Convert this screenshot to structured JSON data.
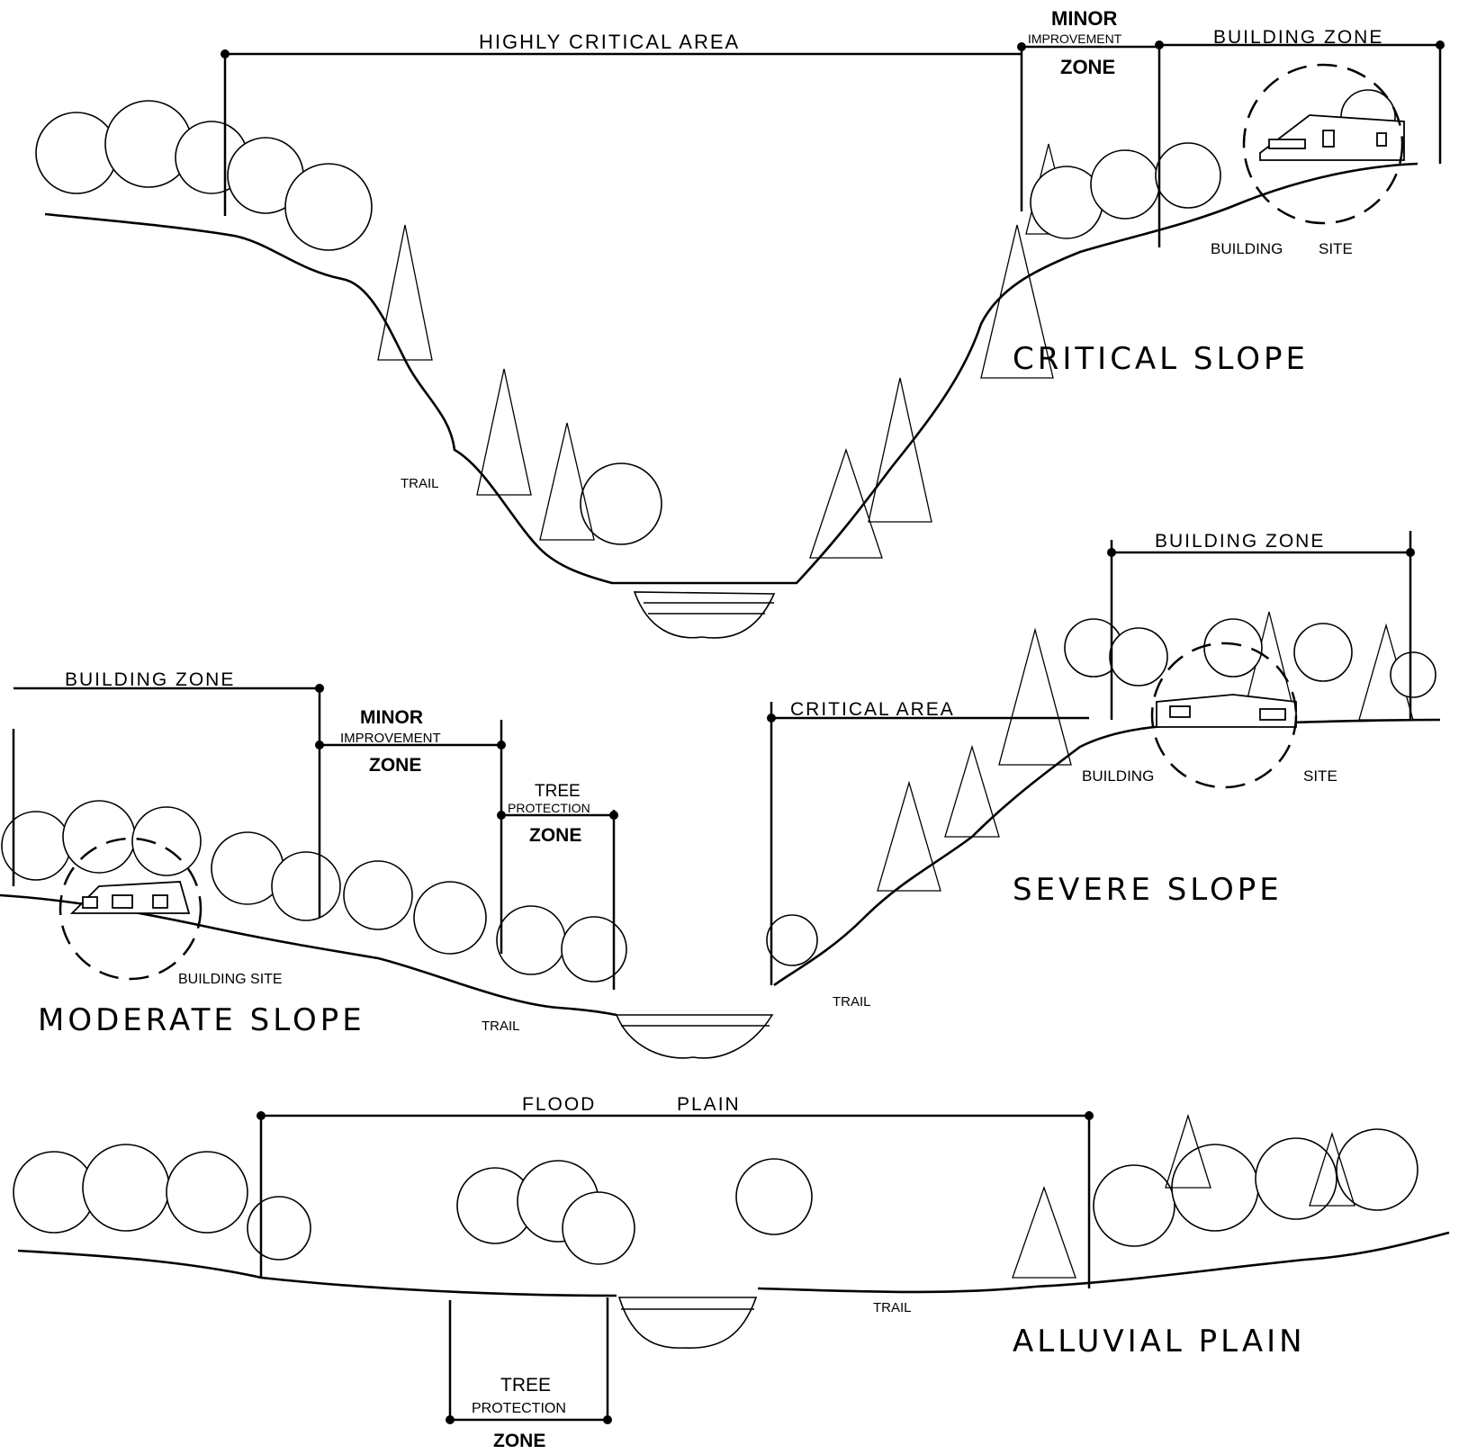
{
  "sections": {
    "critical": {
      "title": "CRITICAL SLOPE",
      "highly_critical_area": "HIGHLY CRITICAL AREA",
      "minor_top": "MINOR",
      "minor_mid": "IMPROVEMENT",
      "minor_bottom": "ZONE",
      "building_zone": "BUILDING ZONE",
      "building_site_a": "BUILDING",
      "building_site_b": "SITE",
      "trail": "TRAIL"
    },
    "severe": {
      "title": "SEVERE SLOPE",
      "critical_area": "CRITICAL AREA",
      "building_zone": "BUILDING ZONE",
      "building_site_a": "BUILDING",
      "building_site_b": "SITE",
      "trail": "TRAIL"
    },
    "moderate": {
      "title": "MODERATE SLOPE",
      "building_zone": "BUILDING ZONE",
      "minor_top": "MINOR",
      "minor_mid": "IMPROVEMENT",
      "minor_bottom": "ZONE",
      "tree_top": "TREE",
      "tree_mid": "PROTECTION",
      "tree_bottom": "ZONE",
      "building_site": "BUILDING SITE",
      "trail": "TRAIL"
    },
    "alluvial": {
      "title": "ALLUVIAL PLAIN",
      "flood_plain_a": "FLOOD",
      "flood_plain_b": "PLAIN",
      "tree_top": "TREE",
      "tree_mid": "PROTECTION",
      "tree_bottom": "ZONE",
      "trail": "TRAIL"
    }
  }
}
